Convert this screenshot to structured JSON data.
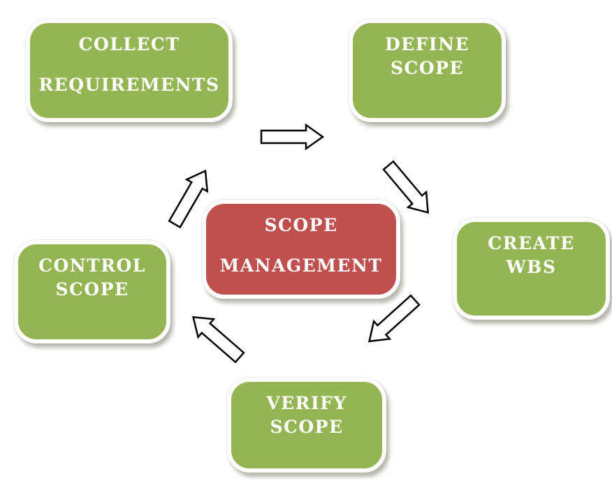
{
  "diagram": {
    "type": "cycle-flowchart",
    "center": {
      "id": "scope-management",
      "lines": [
        "SCOPE",
        "MANAGEMENT"
      ],
      "fill": "#C0504D"
    },
    "steps": [
      {
        "id": "collect-requirements",
        "lines": [
          "COLLECT",
          "REQUIREMENTS"
        ],
        "fill": "#94B553"
      },
      {
        "id": "define-scope",
        "lines": [
          "DEFINE",
          "SCOPE"
        ],
        "fill": "#94B553"
      },
      {
        "id": "create-wbs",
        "lines": [
          "CREATE",
          "WBS"
        ],
        "fill": "#94B553"
      },
      {
        "id": "verify-scope",
        "lines": [
          "VERIFY",
          "SCOPE"
        ],
        "fill": "#94B553"
      },
      {
        "id": "control-scope",
        "lines": [
          "CONTROL",
          "SCOPE"
        ],
        "fill": "#94B553"
      }
    ],
    "arrows": [
      {
        "id": "arrow-collect-to-define",
        "direction": "right"
      },
      {
        "id": "arrow-define-to-create",
        "direction": "down-right"
      },
      {
        "id": "arrow-create-to-verify",
        "direction": "down-left"
      },
      {
        "id": "arrow-verify-to-control",
        "direction": "up-left"
      },
      {
        "id": "arrow-control-to-collect",
        "direction": "up-right"
      }
    ],
    "colors": {
      "step_fill": "#94B553",
      "center_fill": "#C0504D",
      "node_border": "#FFFFFF",
      "node_text": "#FFFFFF",
      "arrow_fill": "#FFFFFF",
      "arrow_stroke": "#000000",
      "background": "#FFFFFF"
    }
  }
}
